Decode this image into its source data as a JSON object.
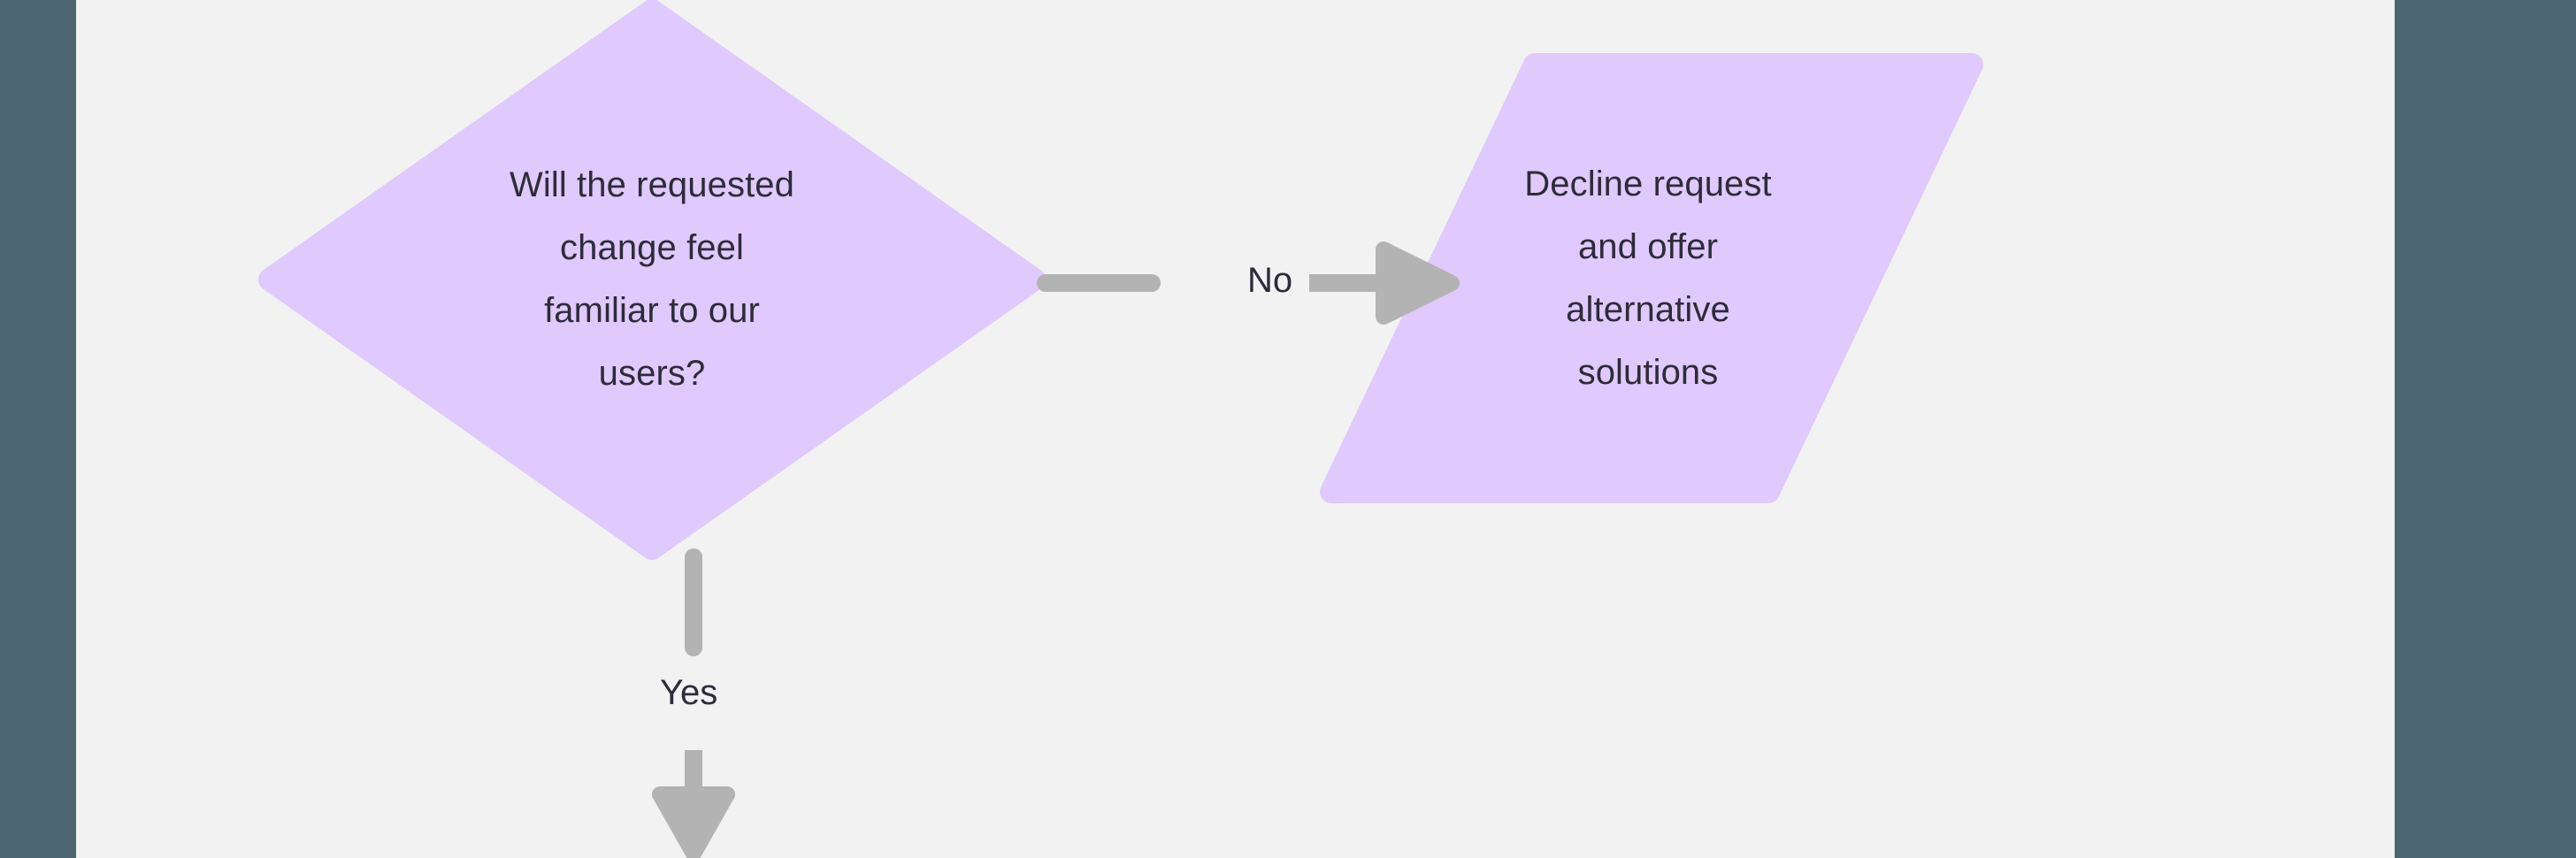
{
  "canvas": {
    "background_color": "#f2f2f2",
    "side_band_color": "#4c6670",
    "shape_fill_color": "#e0c9fc",
    "edge_color": "#b3b3b3",
    "text_color": "#2f2b3a"
  },
  "diagram": {
    "type": "flowchart",
    "nodes": [
      {
        "id": "decision",
        "shape": "diamond",
        "lines": [
          "Will the requested",
          "change feel",
          "familiar to our",
          "users?"
        ],
        "text": "Will the requested change feel familiar to our users?"
      },
      {
        "id": "output",
        "shape": "parallelogram",
        "lines": [
          "Decline request",
          "and offer",
          "alternative",
          "solutions"
        ],
        "text": "Decline request and offer alternative solutions"
      }
    ],
    "edges": [
      {
        "id": "edge-no",
        "label": "No",
        "from": "decision",
        "to": "output",
        "direction": "right",
        "arrowhead": true
      },
      {
        "id": "edge-yes",
        "label": "Yes",
        "from": "decision",
        "to": "",
        "direction": "down",
        "arrowhead": true
      }
    ]
  }
}
